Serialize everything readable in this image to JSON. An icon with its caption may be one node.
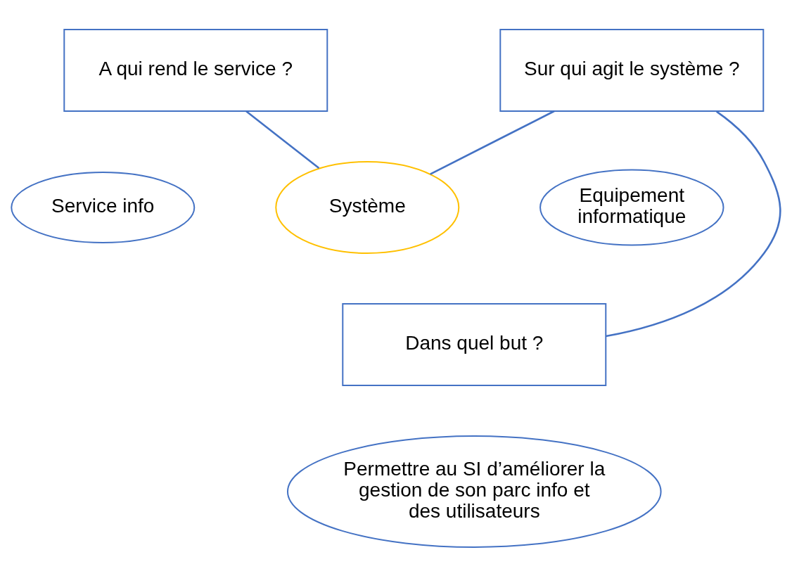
{
  "diagram": {
    "nodes": [
      {
        "text": [
          "A qui rend le service ?"
        ]
      },
      {
        "text": [
          "Sur qui agit le système ?"
        ]
      },
      {
        "text": [
          "Service info"
        ]
      },
      {
        "text": [
          "Equipement informatique"
        ]
      },
      {
        "text": [
          "Système"
        ]
      },
      {
        "text": [
          "Dans quel but ?"
        ]
      },
      {
        "text": [
          "Permettre au SI d’améliorer la gestion de son parc info et des utilisateurs"
        ]
      }
    ],
    "edges": [
      {
        "from": 0,
        "to": 4,
        "arrow": "none"
      },
      {
        "from": 4,
        "to": 1,
        "arrow": "none"
      },
      {
        "from": 1,
        "to": 5,
        "arrow": "none"
      }
    ]
  }
}
